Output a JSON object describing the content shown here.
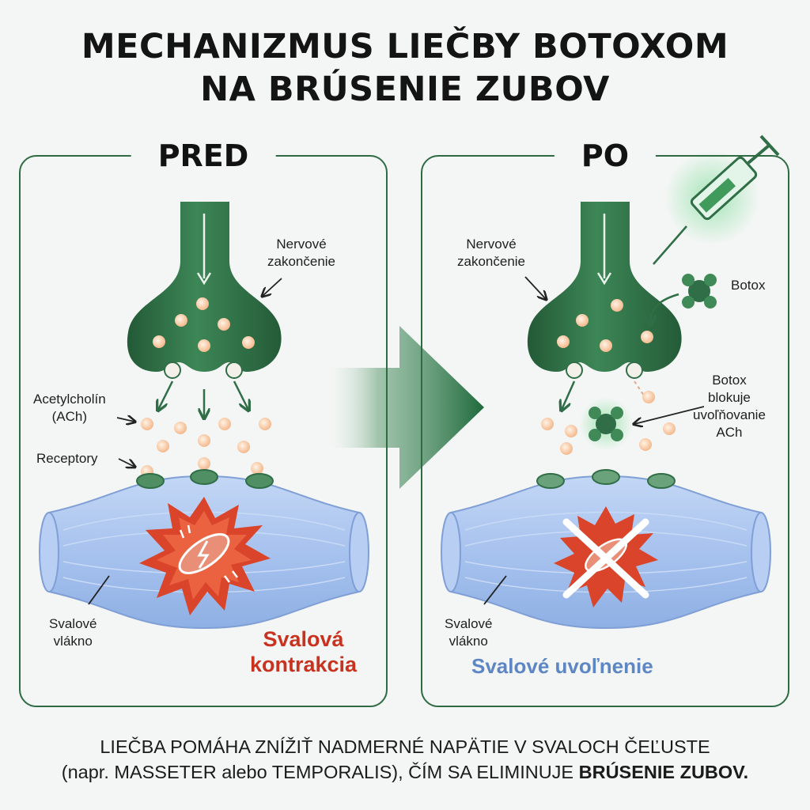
{
  "title": {
    "line1": "MECHANIZMUS LIEČBY BOTOXOM",
    "line2": "NA BRÚSENIE ZUBOV"
  },
  "before": {
    "heading": "PRED",
    "nerve_label_1": "Nervové",
    "nerve_label_2": "zakončenie",
    "ach_label_1": "Acetylcholín",
    "ach_label_2": "(ACh)",
    "receptors_label": "Receptory",
    "muscle_label_1": "Svalové",
    "muscle_label_2": "vlákno",
    "result_1": "Svalová",
    "result_2": "kontrakcia"
  },
  "after": {
    "heading": "PO",
    "nerve_label_1": "Nervové",
    "nerve_label_2": "zakončenie",
    "botox_label": "Botox",
    "block_label_1": "Botox",
    "block_label_2": "blokuje",
    "block_label_3": "uvoľňovanie",
    "block_label_4": "ACh",
    "muscle_label_1": "Svalové",
    "muscle_label_2": "vlákno",
    "result": "Svalové uvoľnenie"
  },
  "footer": {
    "line1": "LIEČBA POMÁHA ZNÍŽIŤ NADMERNÉ NAPÄTIE V SVALOCH ČEĽUSTE",
    "line2_normal": "(napr. MASSETER alebo TEMPORALIS), ČÍM SA ELIMINUJE ",
    "line2_bold": "BRÚSENIE ZUBOV."
  },
  "colors": {
    "nerve_green": "#2f6e46",
    "muscle_blue": "#a9c4ee",
    "contraction_red": "#d9442a",
    "relax_blue": "#5d86c4",
    "ach_peach": "#f7c9a4"
  }
}
